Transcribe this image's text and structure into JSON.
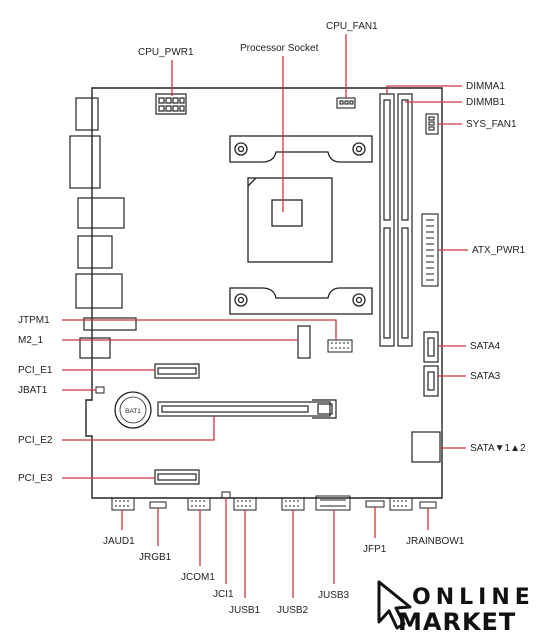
{
  "labels": {
    "cpu_pwr1": "CPU_PWR1",
    "processor_socket": "Processor Socket",
    "cpu_fan1": "CPU_FAN1",
    "dimma1": "DIMMA1",
    "dimmb1": "DIMMB1",
    "sys_fan1": "SYS_FAN1",
    "atx_pwr1": "ATX_PWR1",
    "jtpm1": "JTPM1",
    "m2_1": "M2_1",
    "sata4": "SATA4",
    "pci_e1": "PCI_E1",
    "sata3": "SATA3",
    "jbat1": "JBAT1",
    "pci_e2": "PCI_E2",
    "sata12": "SATA▼1▲2",
    "pci_e3": "PCI_E3",
    "jaud1": "JAUD1",
    "jrgb1": "JRGB1",
    "jcom1": "JCOM1",
    "jci1": "JCI1",
    "jusb1": "JUSB1",
    "jusb2": "JUSB2",
    "jusb3": "JUSB3",
    "jfp1": "JFP1",
    "jrainbow1": "JRAINBOW1"
  },
  "battery_label": "BAT1",
  "brand": {
    "line1": "ONLINE",
    "line2": "MARKET"
  },
  "colors": {
    "leader": "#d0343c",
    "outline": "#222222",
    "board": "#ffffff"
  }
}
